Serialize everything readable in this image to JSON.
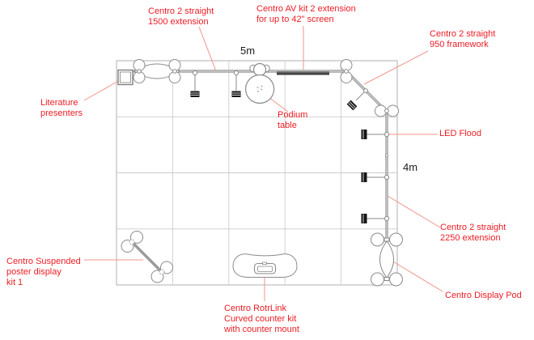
{
  "plan": {
    "dimensions": {
      "width": {
        "text": "5m"
      },
      "depth": {
        "text": "4m"
      }
    },
    "labels": {
      "extension_1500": {
        "line1": "Centro 2 straight",
        "line2": "1500 extension"
      },
      "av_kit": {
        "line1": "Centro AV kit 2 extension",
        "line2": "for up to 42\" screen"
      },
      "framework_950": {
        "line1": "Centro 2 straight",
        "line2": "950 framework"
      },
      "literature": {
        "line1": "Literature",
        "line2": "presenters"
      },
      "podium": {
        "line1": "Podium",
        "line2": "table"
      },
      "led_flood": {
        "text": "LED Flood"
      },
      "extension_2250": {
        "line1": "Centro 2 straight",
        "line2": "2250 extension"
      },
      "display_pod": {
        "text": "Centro Display Pod"
      },
      "suspended_poster": {
        "line1": "Centro Suspended",
        "line2": "poster display",
        "line3": "kit 1"
      },
      "counter": {
        "line1": "Centro RotrLink",
        "line2": "Curved counter kit",
        "line3": "with counter mount"
      }
    },
    "colors": {
      "label_red": "#ed1c24",
      "leader_pink": "#f0958a",
      "wall_gray": "#9e9e9e",
      "grid_gray": "#c8c8c8",
      "fixture_black": "#141414",
      "dimension_black": "#1a1a1a"
    }
  }
}
